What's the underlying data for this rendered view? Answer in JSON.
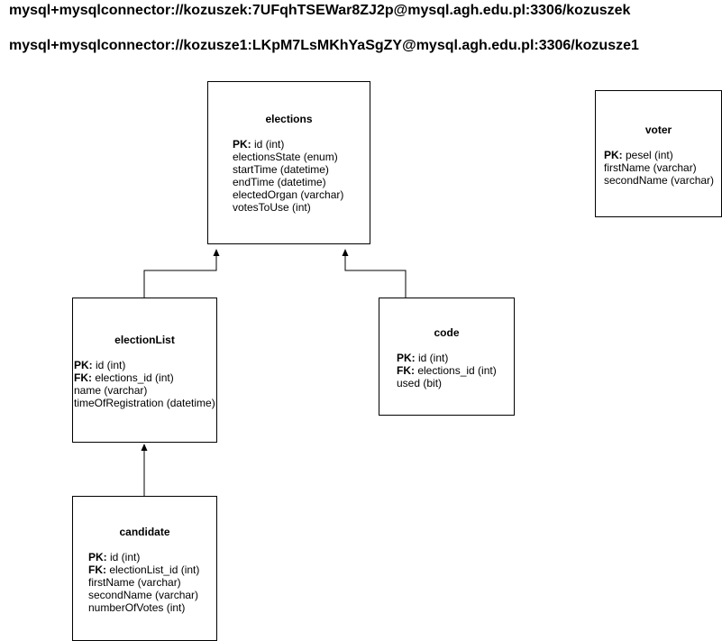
{
  "connections": [
    "mysql+mysqlconnector://kozuszek:7UFqhTSEWar8ZJ2p@mysql.agh.edu.pl:3306/kozuszek",
    "mysql+mysqlconnector://kozusze1:LKpM7LsMKhYaSgZY@mysql.agh.edu.pl:3306/kozusze1"
  ],
  "entities": {
    "elections": {
      "name": "elections",
      "fields": [
        {
          "key": "PK:",
          "text": " id (int)"
        },
        {
          "key": "",
          "text": "electionsState (enum)"
        },
        {
          "key": "",
          "text": "startTime (datetime)"
        },
        {
          "key": "",
          "text": "endTime (datetime)"
        },
        {
          "key": "",
          "text": "electedOrgan (varchar)"
        },
        {
          "key": "",
          "text": "votesToUse (int)"
        }
      ]
    },
    "voter": {
      "name": "voter",
      "fields": [
        {
          "key": "PK:",
          "text": " pesel (int)"
        },
        {
          "key": "",
          "text": "firstName (varchar)"
        },
        {
          "key": "",
          "text": "secondName (varchar)"
        }
      ]
    },
    "electionList": {
      "name": "electionList",
      "fields": [
        {
          "key": "PK:",
          "text": " id (int)"
        },
        {
          "key": "FK:",
          "text": " elections_id (int)"
        },
        {
          "key": "",
          "text": "name (varchar)"
        },
        {
          "key": "",
          "text": "timeOfRegistration (datetime)"
        }
      ]
    },
    "code": {
      "name": "code",
      "fields": [
        {
          "key": "PK:",
          "text": " id (int)"
        },
        {
          "key": "FK:",
          "text": " elections_id (int)"
        },
        {
          "key": "",
          "text": "used (bit)"
        }
      ]
    },
    "candidate": {
      "name": "candidate",
      "fields": [
        {
          "key": "PK:",
          "text": " id (int)"
        },
        {
          "key": "FK:",
          "text": " electionList_id (int)"
        },
        {
          "key": "",
          "text": "firstName (varchar)"
        },
        {
          "key": "",
          "text": "secondName (varchar)"
        },
        {
          "key": "",
          "text": "numberOfVotes (int)"
        }
      ]
    }
  },
  "relations": [
    {
      "from": "electionList",
      "to": "elections"
    },
    {
      "from": "code",
      "to": "elections"
    },
    {
      "from": "candidate",
      "to": "electionList"
    }
  ],
  "colors": {
    "stroke": "#000000",
    "background": "#ffffff"
  }
}
